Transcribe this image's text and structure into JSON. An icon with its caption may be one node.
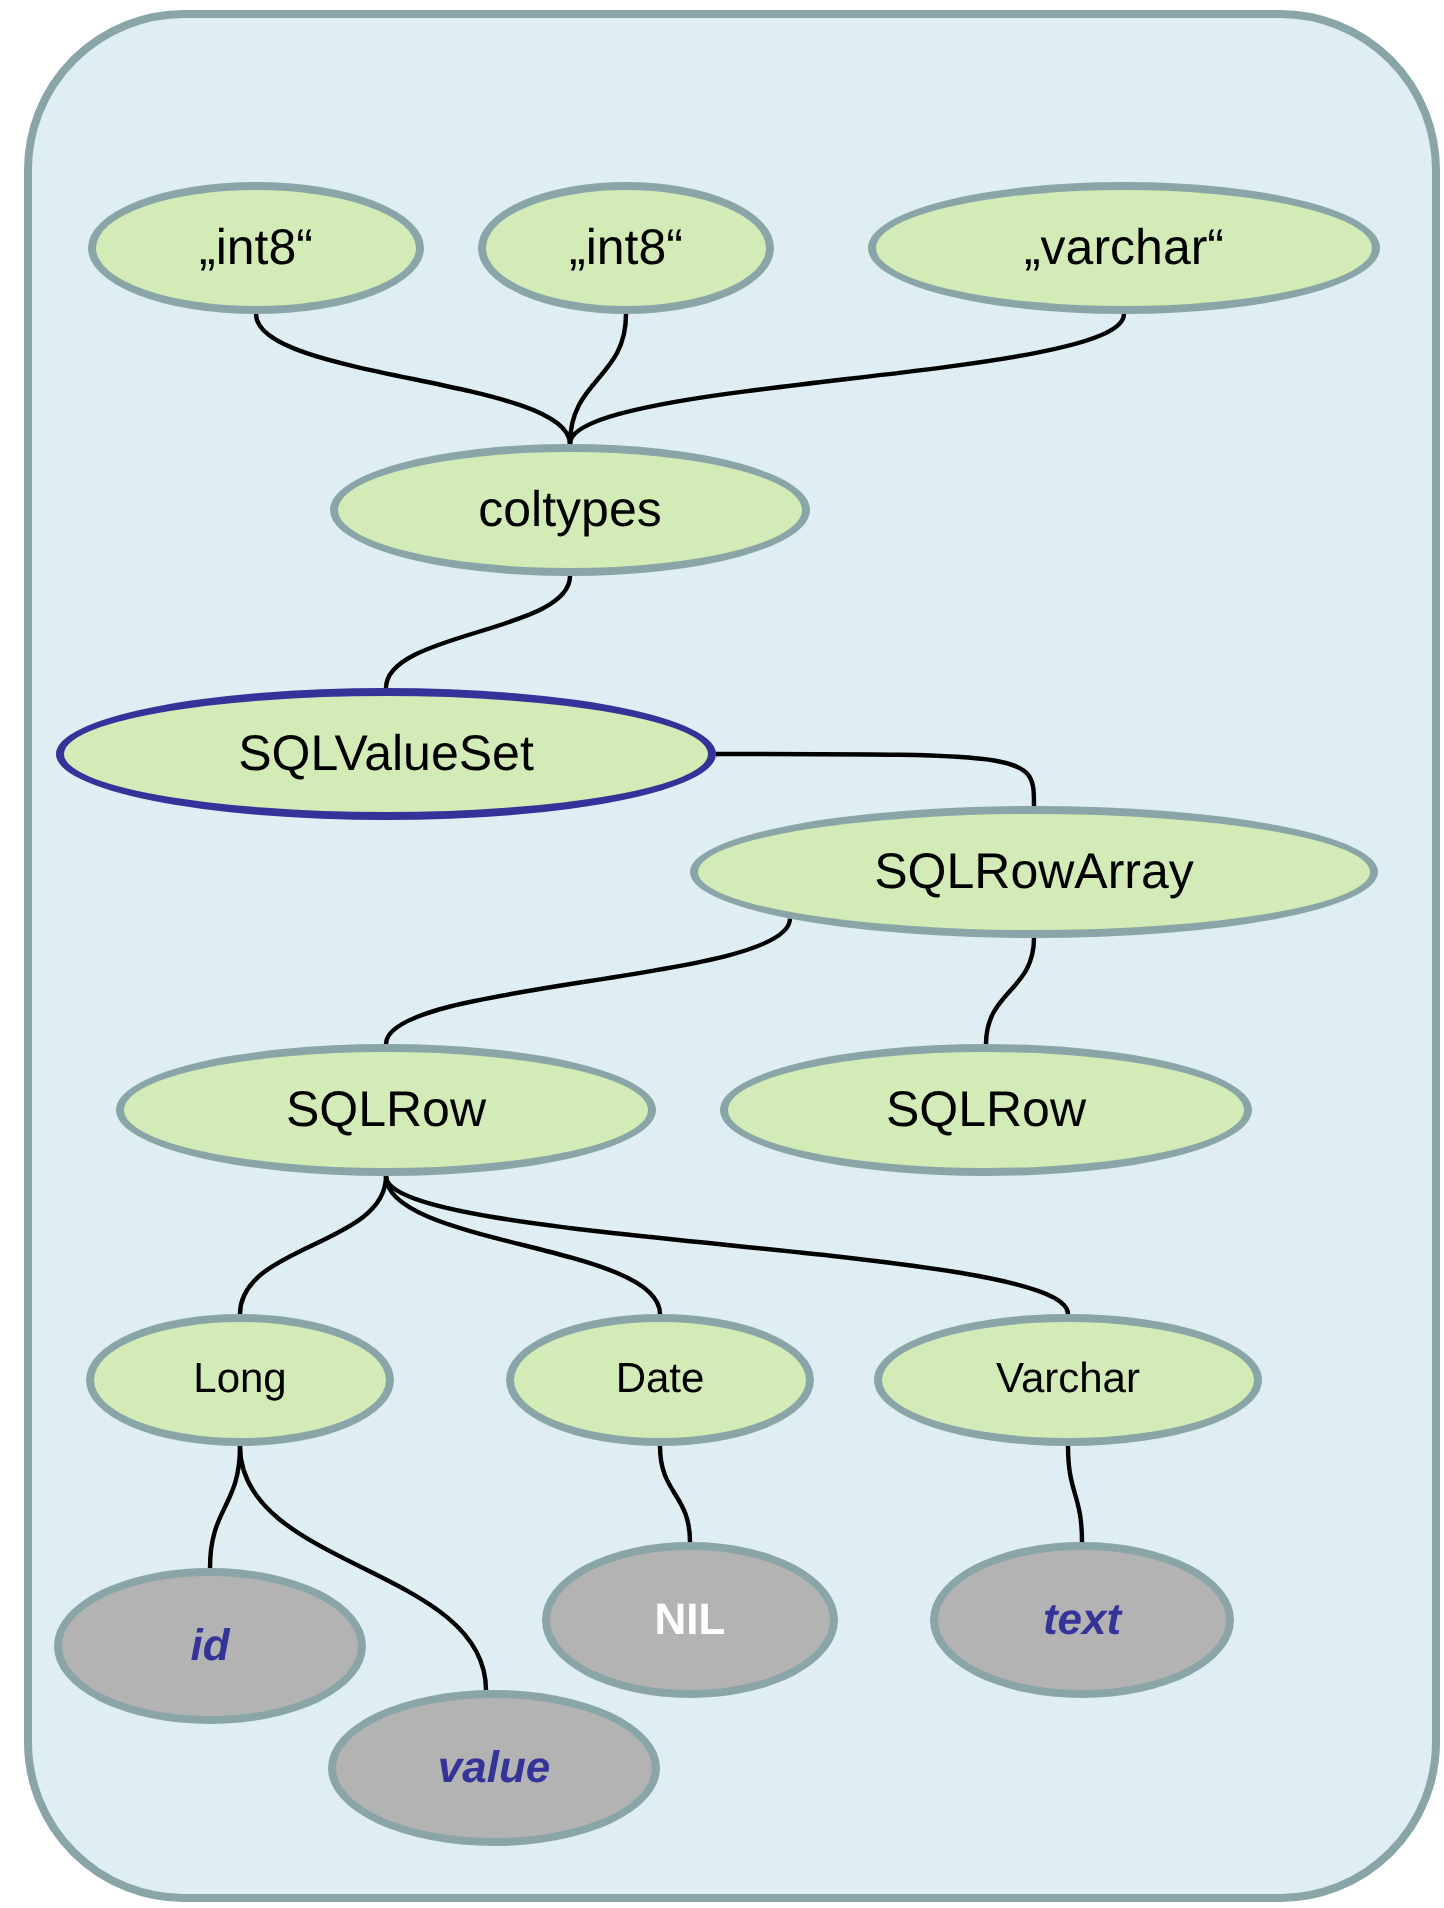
{
  "diagram": {
    "nodes": [
      {
        "text": [],
        "shape": "box"
      },
      {
        "text": [
          "„int8“"
        ],
        "in": 0
      },
      {
        "text": [
          "„int8“"
        ],
        "in": 0
      },
      {
        "text": [
          "„varchar“"
        ],
        "in": 0
      },
      {
        "text": [
          "coltypes"
        ],
        "in": 0
      },
      {
        "text": [
          "SQLValueSet"
        ],
        "in": 0
      },
      {
        "text": [
          "SQLRowArray"
        ],
        "in": 0
      },
      {
        "text": [
          "SQLRow"
        ],
        "in": 0
      },
      {
        "text": [
          "SQLRow"
        ],
        "in": 0
      },
      {
        "text": [
          "Long"
        ],
        "in": 0
      },
      {
        "text": [
          "Date"
        ],
        "in": 0
      },
      {
        "text": [
          "Varchar"
        ],
        "in": 0
      },
      {
        "text": [
          "id"
        ],
        "in": 0
      },
      {
        "text": [
          "value"
        ],
        "in": 0
      },
      {
        "text": [
          "NIL"
        ],
        "in": 0
      },
      {
        "text": [
          "text"
        ],
        "in": 0
      }
    ],
    "edges": [
      {
        "from": 4,
        "to": 1,
        "arrow": "none"
      },
      {
        "from": 4,
        "to": 2,
        "arrow": "none"
      },
      {
        "from": 4,
        "to": 3,
        "arrow": "none"
      },
      {
        "from": 5,
        "to": 4,
        "arrow": "none"
      },
      {
        "from": 5,
        "to": 6,
        "arrow": "none"
      },
      {
        "from": 6,
        "to": 7,
        "arrow": "none"
      },
      {
        "from": 6,
        "to": 8,
        "arrow": "none"
      },
      {
        "from": 7,
        "to": 9,
        "arrow": "none"
      },
      {
        "from": 7,
        "to": 10,
        "arrow": "none"
      },
      {
        "from": 7,
        "to": 11,
        "arrow": "none"
      },
      {
        "from": 9,
        "to": 12,
        "arrow": "none"
      },
      {
        "from": 9,
        "to": 13,
        "arrow": "none"
      },
      {
        "from": 10,
        "to": 14,
        "arrow": "none"
      },
      {
        "from": 11,
        "to": 15,
        "arrow": "none"
      }
    ]
  }
}
